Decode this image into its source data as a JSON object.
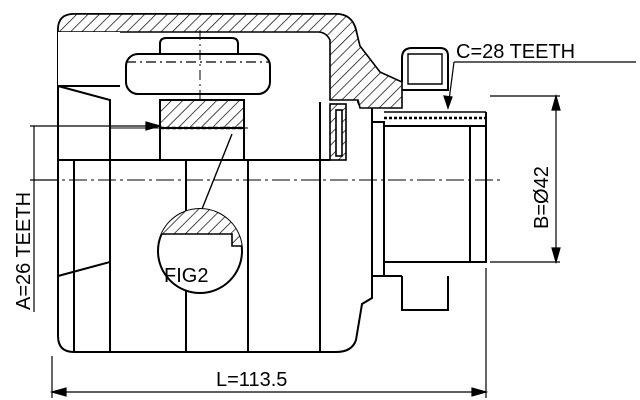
{
  "diagram": {
    "label_c": "C=28 TEETH",
    "label_b": "B=Ø42",
    "label_a": "A=26 TEETH",
    "label_l": "L=113.5",
    "label_fig": "FIG2"
  }
}
